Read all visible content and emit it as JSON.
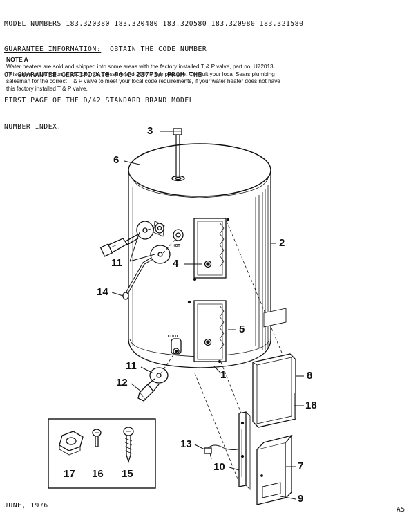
{
  "header": {
    "model_line": "MODEL NUMBERS 183.320380 183.320480 183.320580 183.320980 183.321580",
    "guarantee_heading": "GUARANTEE INFORMATION:",
    "guarantee_line1_rest": "  OBTAIN THE CODE NUMBER",
    "guarantee_line2": "OF GUARANTEE CERTIFICATE F642-23775A FROM THE",
    "guarantee_line3": "FIRST PAGE OF THE D/42 STANDARD BRAND MODEL",
    "guarantee_line4": "NUMBER INDEX."
  },
  "note": {
    "title": "NOTE A",
    "lines": [
      "Water heaters are sold and shipped into some areas with the factory installed T & P valve, part no. U72013.",
      "This valve will function at 150 pounds pressure and 210° F. temperature.  Consult your local Sears plumbing",
      "salesman for the correct T & P valve to meet your local code requirements, if your water heater does not have",
      "this factory installed T & P valve."
    ]
  },
  "diagram": {
    "labels": {
      "hot": "HOT",
      "cold": "COLD"
    },
    "callouts": {
      "p1": "1",
      "p2": "2",
      "p3": "3",
      "p4": "4",
      "p5": "5",
      "p6": "6",
      "p7": "7",
      "p8": "8",
      "p9": "9",
      "p10": "10",
      "p11a": "11",
      "p11b": "11",
      "p12": "12",
      "p13": "13",
      "p14": "14",
      "p15": "15",
      "p16": "16",
      "p17": "17",
      "p18": "18"
    }
  },
  "footer": {
    "date": "JUNE, 1976",
    "page_code": "A5"
  }
}
